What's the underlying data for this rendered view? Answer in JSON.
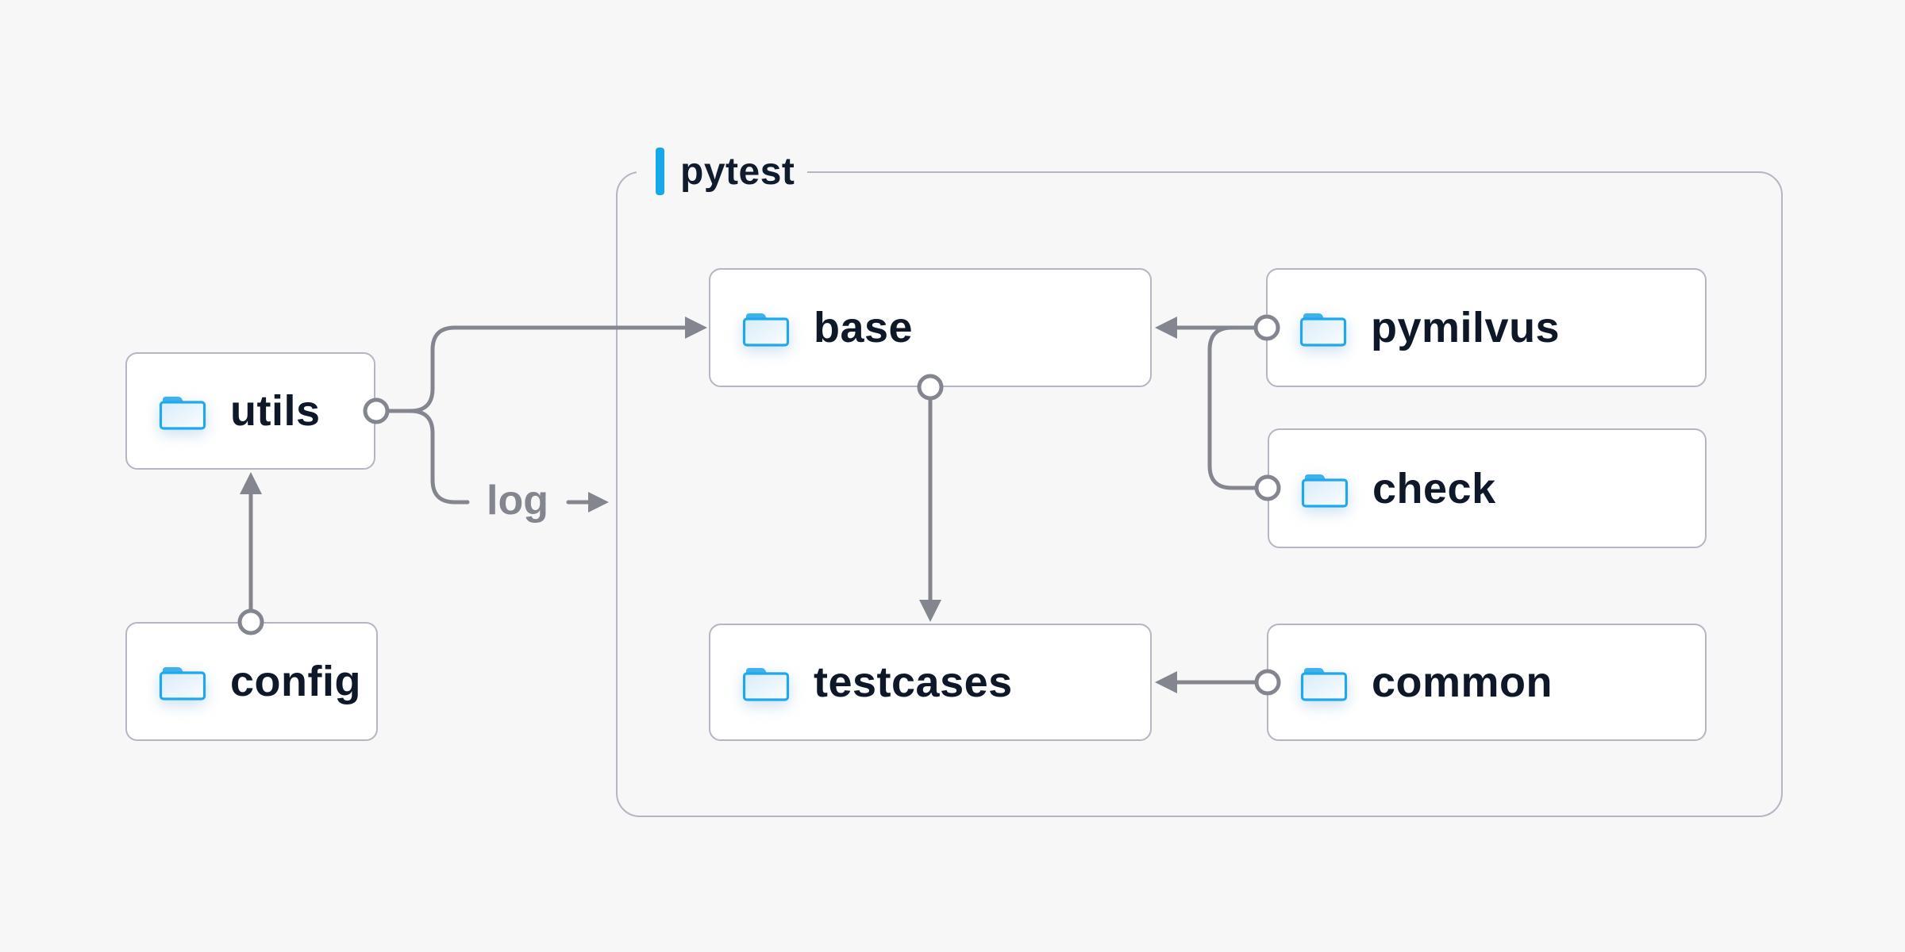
{
  "container": {
    "label": "pytest",
    "accent_color": "#17a7eb",
    "border_color": "#b4b6c3"
  },
  "nodes": {
    "utils": {
      "label": "utils",
      "icon": "folder-icon"
    },
    "config": {
      "label": "config",
      "icon": "folder-icon"
    },
    "base": {
      "label": "base",
      "icon": "folder-icon"
    },
    "pymilvus": {
      "label": "pymilvus",
      "icon": "folder-icon"
    },
    "check": {
      "label": "check",
      "icon": "folder-icon"
    },
    "testcases": {
      "label": "testcases",
      "icon": "folder-icon"
    },
    "common": {
      "label": "common",
      "icon": "folder-icon"
    }
  },
  "edges": {
    "color": "#84868f",
    "log_label": "log",
    "list": [
      {
        "from": "config",
        "to": "utils"
      },
      {
        "from": "utils",
        "to": "base"
      },
      {
        "from": "utils",
        "to": "log",
        "label": "log"
      },
      {
        "from": "base",
        "to": "testcases"
      },
      {
        "from": "pymilvus",
        "to": "base"
      },
      {
        "from": "check",
        "to": "base"
      },
      {
        "from": "common",
        "to": "testcases"
      }
    ]
  },
  "palette": {
    "background": "#f7f7f8",
    "node_fill": "#ffffff",
    "node_border": "#b4b6c3",
    "node_text": "#0e1829",
    "muted_text": "#84868f",
    "folder_border_blue": "#1fa8ec",
    "folder_tab_blue": "#41b1ec",
    "accent_blue": "#17a7eb"
  }
}
